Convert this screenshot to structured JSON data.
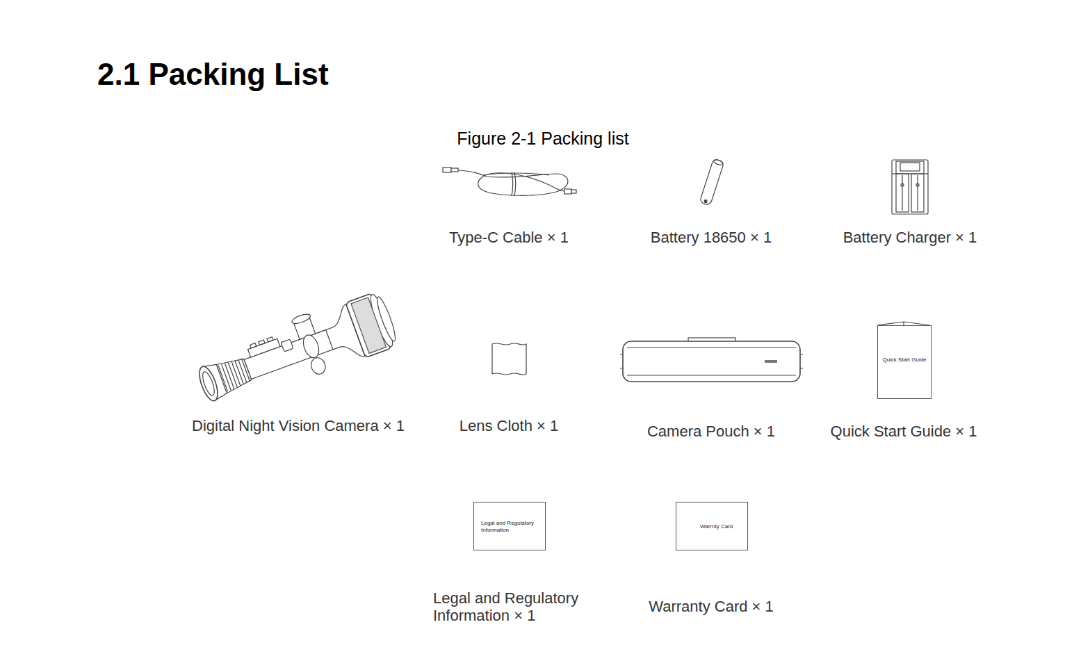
{
  "diagram": {
    "title": "2.1 Packing List",
    "caption": "Figure 2-1 Packing list",
    "nodes": [
      {
        "text": [
          "Quick Start Guide"
        ]
      },
      {
        "text": [
          "Legal and Regulatory Information"
        ]
      },
      {
        "text": [
          "Warrnty Card"
        ]
      }
    ],
    "labels": [
      "Type-C Cable × 1",
      "Battery 18650 × 1",
      "Battery Charger × 1",
      "Digital Night Vision Camera × 1",
      "Lens Cloth × 1",
      "Camera Pouch × 1",
      "Quick Start Guide × 1",
      "Legal and Regulatory Information × 1",
      "Warranty Card × 1"
    ]
  }
}
